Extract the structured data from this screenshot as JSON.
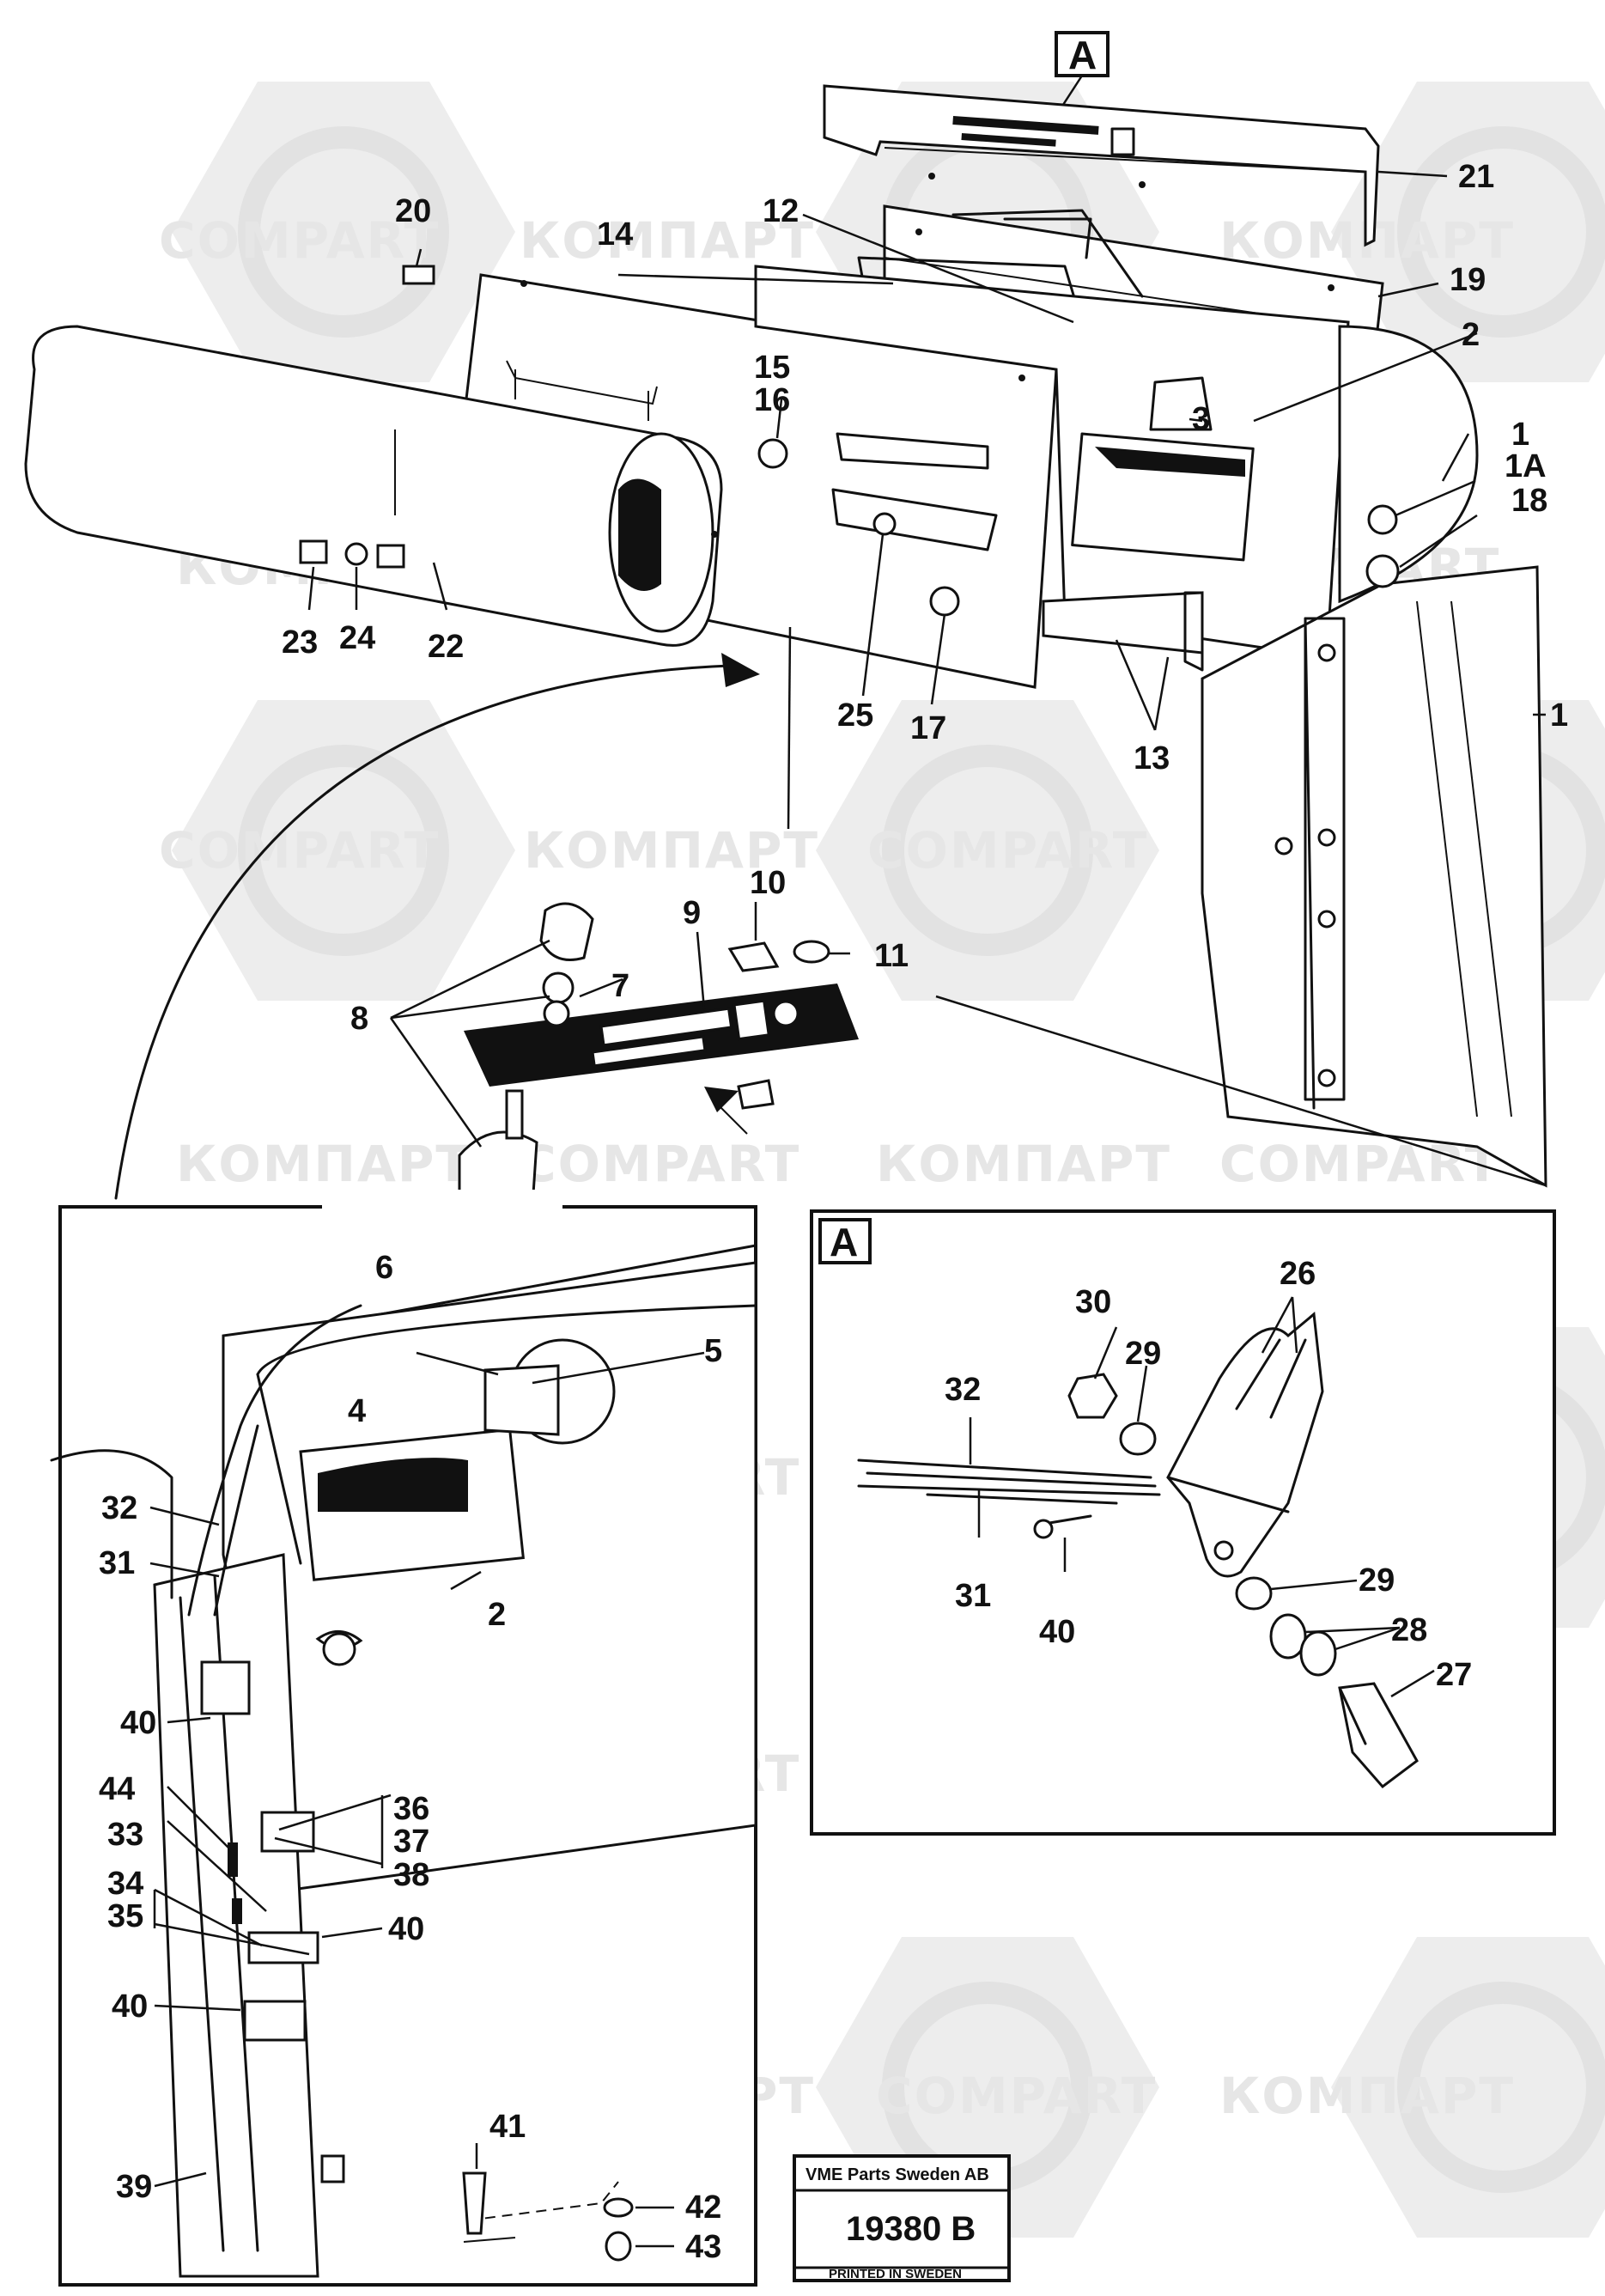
{
  "watermark": {
    "text_latin": "COMPART",
    "text_cyrillic": "КОМПАРТ"
  },
  "detail_marker": "A",
  "inset_label": "A",
  "stamp": {
    "company": "VME Parts Sweden AB",
    "number": "19380 B",
    "printed": "PRINTED IN SWEDEN"
  },
  "callouts": {
    "c1": "1",
    "c1A": "1A",
    "c1b": "1",
    "c2": "2",
    "c2b": "2",
    "c3": "3",
    "c4": "4",
    "c5": "5",
    "c6": "6",
    "c7": "7",
    "c8": "8",
    "c9": "9",
    "c10": "10",
    "c11": "11",
    "c12": "12",
    "c13": "13",
    "c14": "14",
    "c15": "15",
    "c16": "16",
    "c17": "17",
    "c18": "18",
    "c19": "19",
    "c20": "20",
    "c21": "21",
    "c22": "22",
    "c23": "23",
    "c24": "24",
    "c25": "25",
    "c26": "26",
    "c27": "27",
    "c28": "28",
    "c29a": "29",
    "c29b": "29",
    "c30": "30",
    "c31": "31",
    "c31b": "31",
    "c32": "32",
    "c32b": "32",
    "c33": "33",
    "c34": "34",
    "c35": "35",
    "c36": "36",
    "c37": "37",
    "c38": "38",
    "c39": "39",
    "c40a": "40",
    "c40b": "40",
    "c40c": "40",
    "c40d": "40",
    "c41": "41",
    "c42": "42",
    "c43": "43",
    "c44": "44"
  }
}
